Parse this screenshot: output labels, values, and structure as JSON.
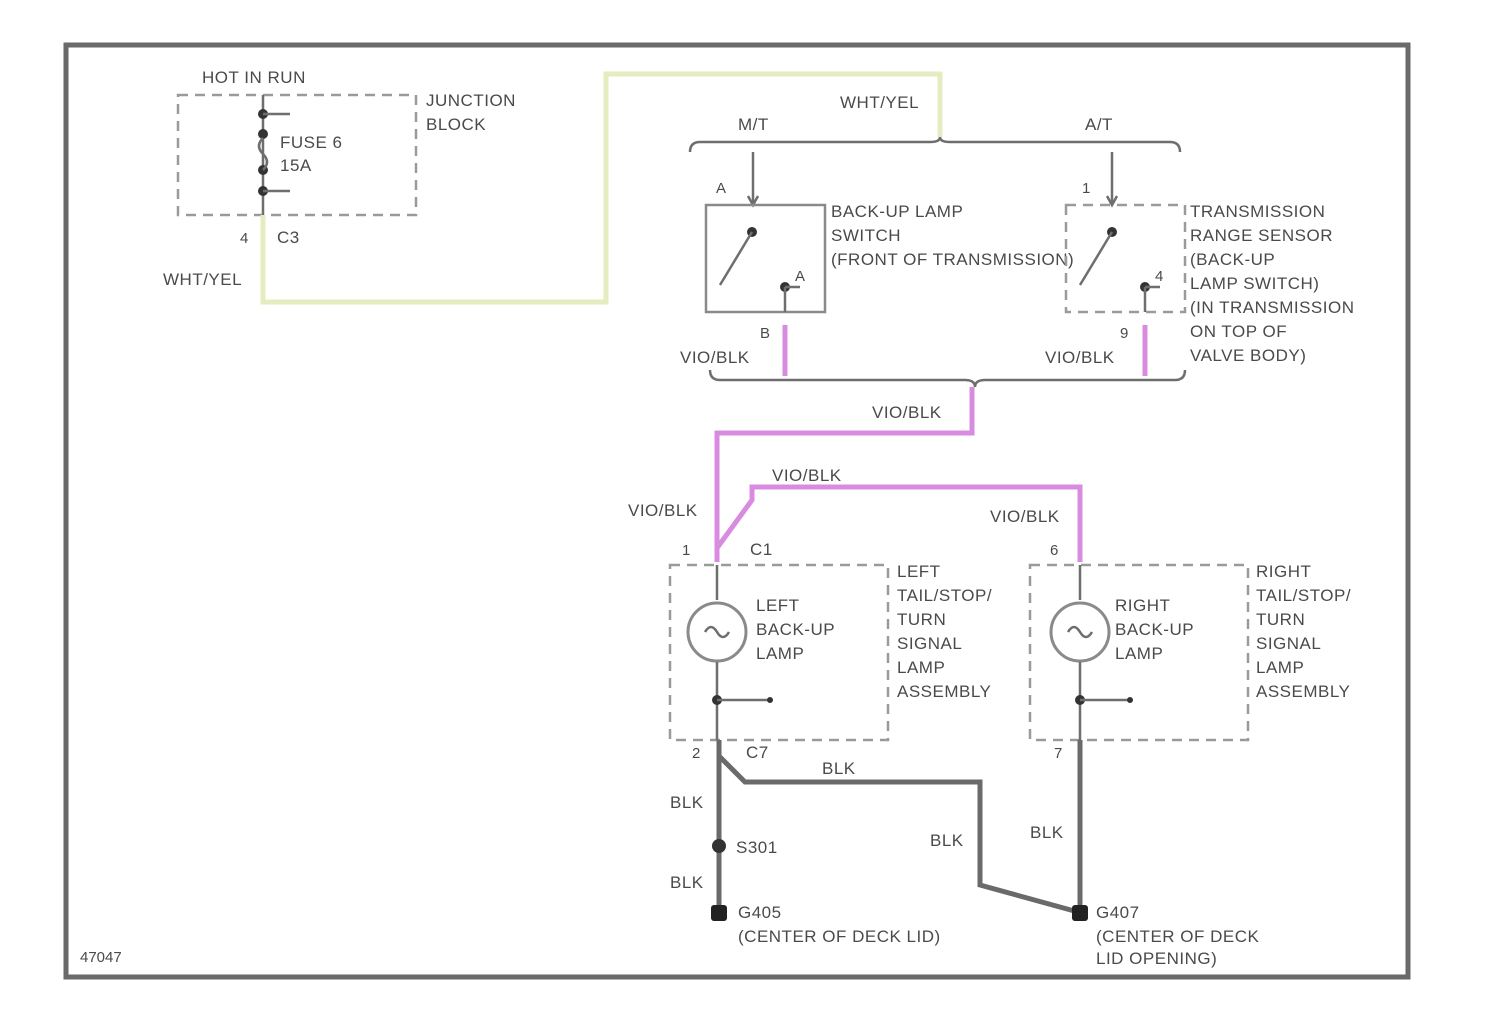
{
  "diagram": {
    "footer_code": "47047",
    "fuse_block": {
      "hot_label": "HOT IN RUN",
      "block_name": [
        "JUNCTION",
        "BLOCK"
      ],
      "fuse_name": "FUSE 6",
      "fuse_rating": "15A",
      "pin": "4",
      "connector": "C3",
      "wire": "WHT/YEL"
    },
    "top_wire": "WHT/YEL",
    "mt_label": "M/T",
    "at_label": "A/T",
    "backup_switch": {
      "pin_top": "A",
      "pin_side": "A",
      "pin_bottom": "B",
      "lines": [
        "BACK-UP LAMP",
        "SWITCH",
        "(FRONT OF TRANSMISSION)"
      ],
      "wire": "VIO/BLK"
    },
    "range_sensor": {
      "pin_top": "1",
      "pin_side": "4",
      "pin_bottom": "9",
      "lines": [
        "TRANSMISSION",
        "RANGE SENSOR",
        "(BACK-UP",
        "LAMP SWITCH)",
        "(IN TRANSMISSION",
        "ON TOP OF",
        "VALVE BODY)"
      ],
      "wire": "VIO/BLK"
    },
    "trunk_wire": "VIO/BLK",
    "left_lamp": {
      "wire_in": "VIO/BLK",
      "branch_wire": "VIO/BLK",
      "pin_top": "1",
      "conn_top": "C1",
      "bulb": [
        "LEFT",
        "BACK-UP",
        "LAMP"
      ],
      "assembly": [
        "LEFT",
        "TAIL/STOP/",
        "TURN",
        "SIGNAL",
        "LAMP",
        "ASSEMBLY"
      ],
      "pin_bottom": "2",
      "conn_bottom": "C7"
    },
    "right_lamp": {
      "wire_in": "VIO/BLK",
      "pin_top": "6",
      "bulb": [
        "RIGHT",
        "BACK-UP",
        "LAMP"
      ],
      "assembly": [
        "RIGHT",
        "TAIL/STOP/",
        "TURN",
        "SIGNAL",
        "LAMP",
        "ASSEMBLY"
      ],
      "pin_bottom": "7"
    },
    "ground": {
      "blk_cross": "BLK",
      "blk_left_upper": "BLK",
      "blk_left_lower": "BLK",
      "blk_cross_down": "BLK",
      "blk_right": "BLK",
      "splice": "S301",
      "g405_name": "G405",
      "g405_loc": "(CENTER OF DECK LID)",
      "g407_name": "G407",
      "g407_loc": [
        "(CENTER OF DECK",
        "LID OPENING)"
      ]
    }
  }
}
